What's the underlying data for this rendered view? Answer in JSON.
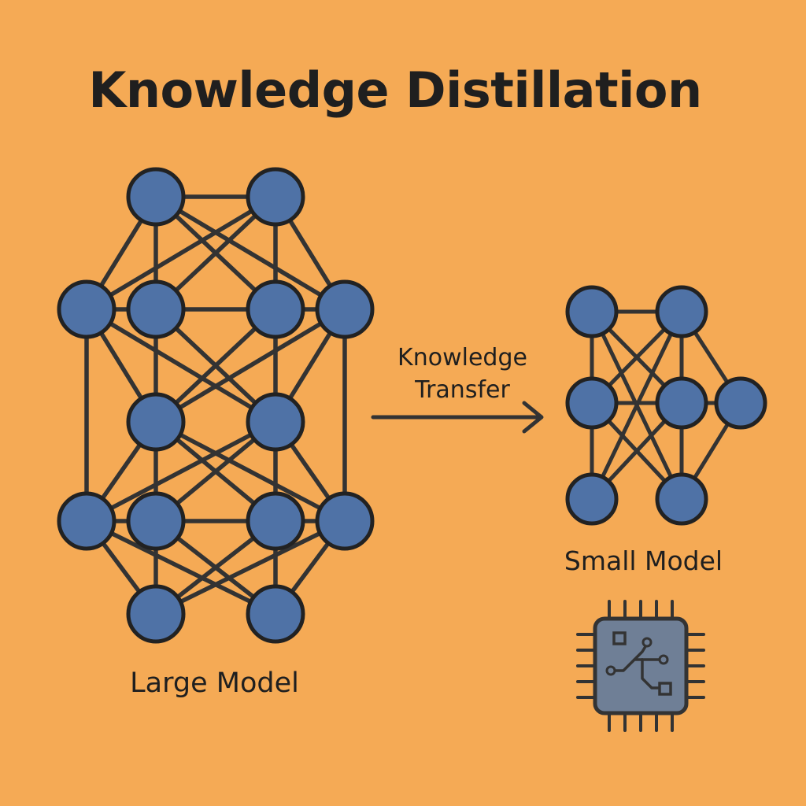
{
  "title": "Knowledge Distillation",
  "large_model": {
    "label": "Large Model"
  },
  "small_model": {
    "label": "Small Model"
  },
  "transfer": {
    "line1": "Knowledge",
    "line2": "Transfer"
  },
  "colors": {
    "background": "#f5aa55",
    "node_fill": "#4f72a6",
    "stroke": "#333333",
    "chip_fill": "#6f7f96"
  },
  "icons": [
    "arrow-right-icon",
    "microchip-icon"
  ]
}
